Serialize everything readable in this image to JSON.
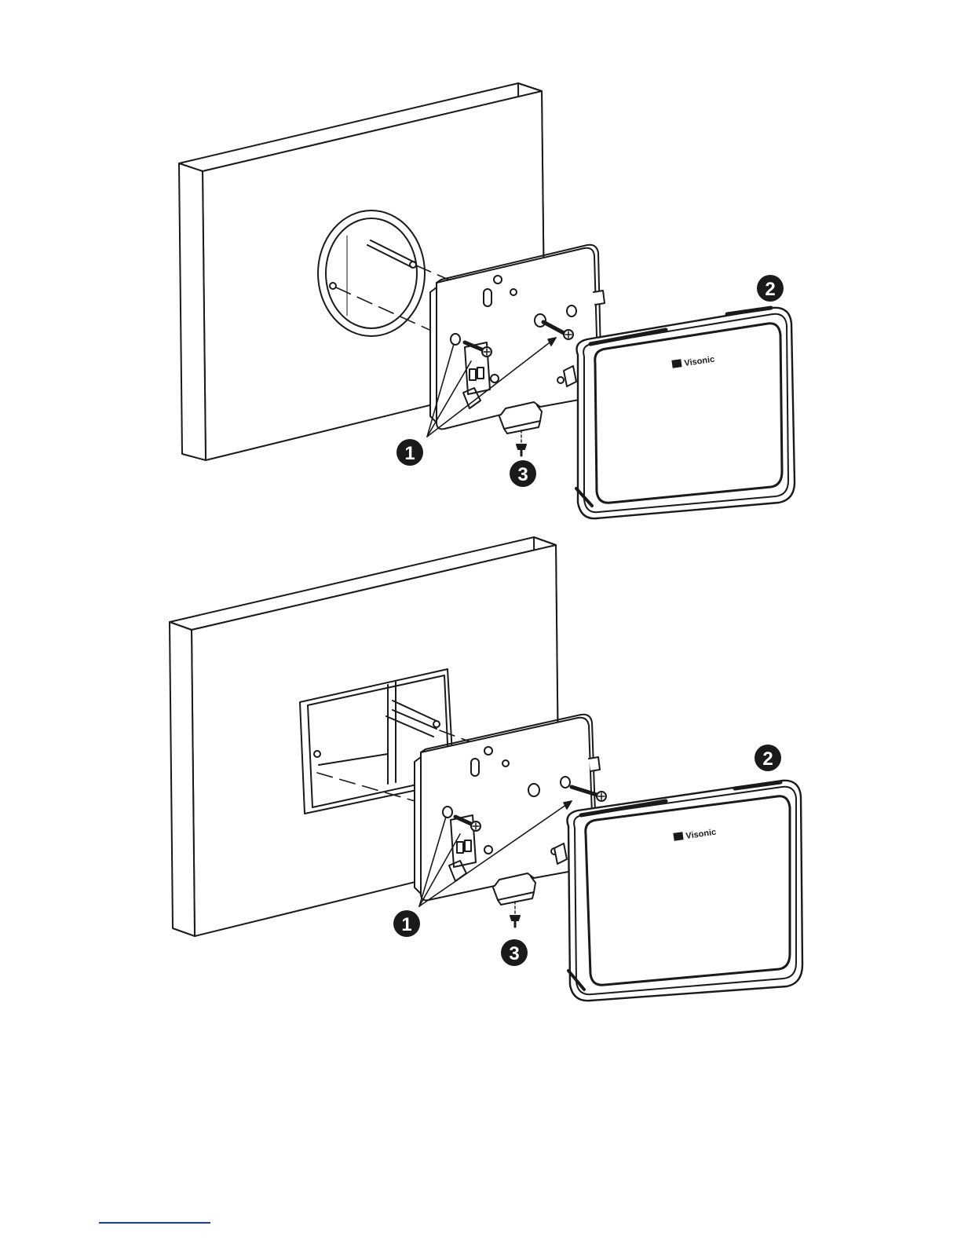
{
  "page": {
    "title": ""
  },
  "diagrams": [
    {
      "name": "round-box-install",
      "callouts": [
        "1",
        "2",
        "3"
      ],
      "logo_text": "Visonic"
    },
    {
      "name": "rect-box-install",
      "callouts": [
        "1",
        "2",
        "3"
      ],
      "logo_text": "Visonic"
    }
  ],
  "colors": {
    "line": "#1a1a1a",
    "callout_fill": "#1a1a1a",
    "callout_text": "#ffffff",
    "footer_rule": "#1a3c9e"
  },
  "icons": {
    "screw": "screw-icon",
    "logo": "visonic-logo-icon"
  }
}
